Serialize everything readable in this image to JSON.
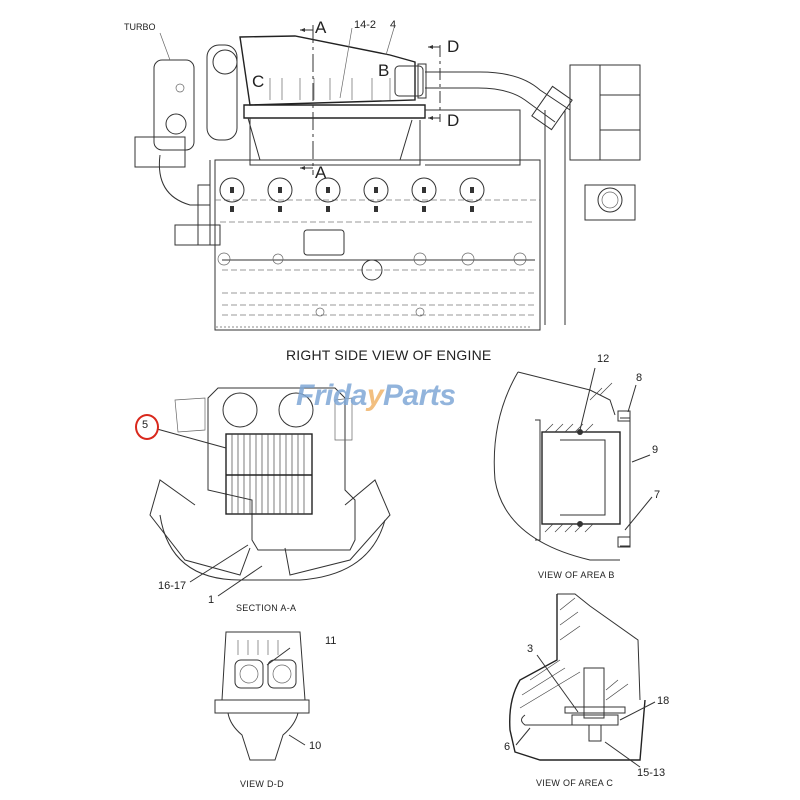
{
  "diagram": {
    "main_view": {
      "title": "RIGHT SIDE VIEW OF ENGINE",
      "labels": {
        "turbo": "TURBO",
        "callout_14_2": "14-2",
        "callout_4": "4",
        "section_A_top": "A",
        "section_A_bottom": "A",
        "section_D_top": "D",
        "section_D_bottom": "D",
        "area_B": "B",
        "area_C": "C"
      }
    },
    "section_aa": {
      "caption": "SECTION A-A",
      "callouts": [
        "5",
        "16-17",
        "1"
      ],
      "highlighted_callout": "5",
      "highlight_color": "#d9281c"
    },
    "view_area_b": {
      "caption": "VIEW OF AREA  B",
      "callouts": [
        "12",
        "8",
        "9",
        "7"
      ]
    },
    "view_dd": {
      "caption": "VIEW  D-D",
      "callouts": [
        "11",
        "10"
      ]
    },
    "view_area_c": {
      "caption": "VIEW OF AREA  C",
      "callouts": [
        "3",
        "18",
        "6",
        "15-13"
      ]
    },
    "watermark": {
      "part1": "Frida",
      "part2": "y",
      "part3": "Parts",
      "brand_blue": "#7fa8d6",
      "brand_orange": "#f0b46a"
    }
  }
}
